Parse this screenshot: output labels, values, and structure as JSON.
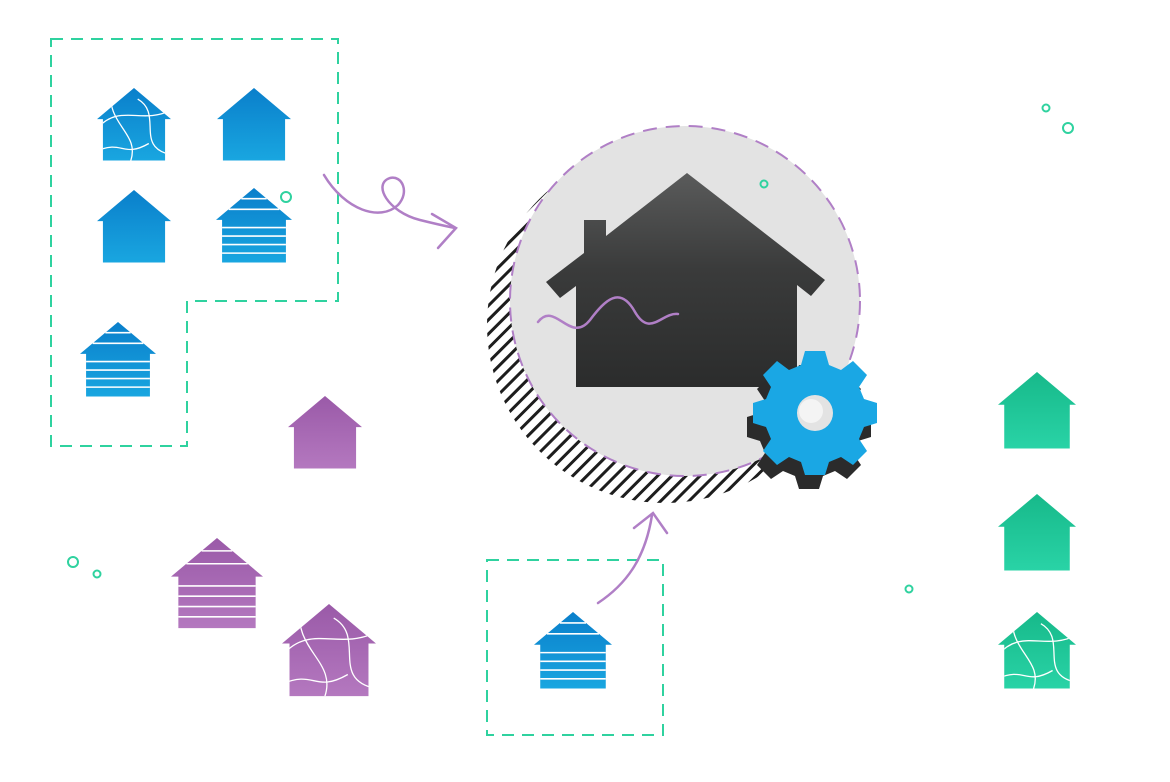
{
  "palette": {
    "blue_dark": "#0a7fcb",
    "blue_light": "#19a6e0",
    "purple_dark": "#9a5aa8",
    "purple_light": "#b478bf",
    "green_dark": "#17b98a",
    "green_light": "#29d3a6",
    "teal_dash": "#2fd29f",
    "lilac_dash": "#b07fc6",
    "circle_bg": "#e3e3e3",
    "house_center": "#2f3030",
    "gear_blue": "#1aa7e4",
    "gear_shadow": "#2b2b2b"
  },
  "elements": {
    "center_icon": "house-with-gear-icon",
    "house_icon": "house-icon",
    "gear_icon": "gear-icon"
  },
  "groups": [
    {
      "name": "blue-cluster-top-left",
      "color": "blue",
      "count": 5
    },
    {
      "name": "purple-cluster",
      "color": "purple",
      "count": 3
    },
    {
      "name": "green-column-right",
      "color": "green",
      "count": 3
    },
    {
      "name": "blue-single-bottom",
      "color": "blue",
      "count": 1
    }
  ]
}
